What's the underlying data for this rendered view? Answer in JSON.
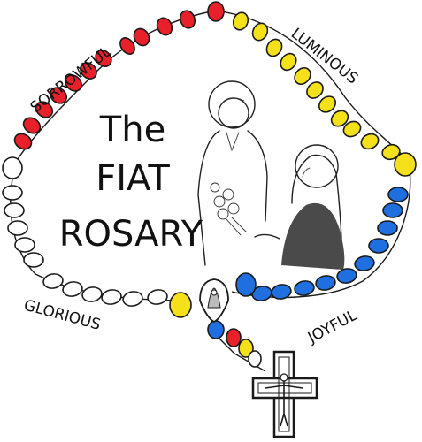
{
  "title": {
    "line1": "The",
    "line2": "FIAT",
    "line3": "ROSARY"
  },
  "mysteries": {
    "sorrowful": "SORROWFUL",
    "luminous": "LUMINOUS",
    "joyful": "JOYFUL",
    "glorious": "GLORIOUS"
  },
  "colors": {
    "sorrowful": "#e8202a",
    "luminous": "#f4e11a",
    "joyful": "#1f6fe0",
    "glorious": "#ffffff",
    "outline": "#1a1a1a"
  },
  "icons": {
    "illustration": "annunciation-angel-and-mary-icon",
    "crucifix": "crucifix-icon",
    "centerpiece": "marian-medal-icon"
  }
}
